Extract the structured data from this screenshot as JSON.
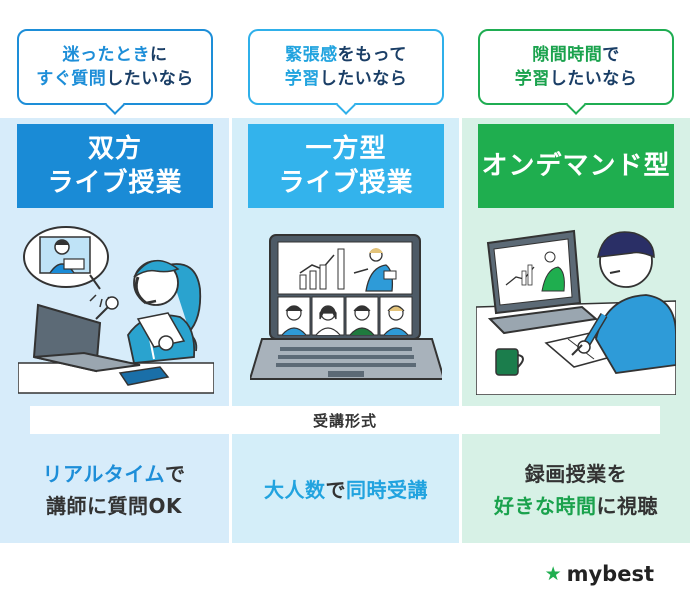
{
  "columns": [
    {
      "bubble": {
        "line1_hl": "迷ったとき",
        "line1_rest": "に",
        "line2_hl": "すぐ質問",
        "line2_rest": "したいなら"
      },
      "title": {
        "line1": "双方",
        "line2": "ライブ授業"
      },
      "desc": {
        "line1_hl": "リアルタイム",
        "line1_rest": "で",
        "line2": "講師に質問OK"
      },
      "color": "#1a8bd6"
    },
    {
      "bubble": {
        "line1_hl": "緊張感",
        "line1_rest": "をもって",
        "line2_hl": "学習",
        "line2_rest": "したいなら"
      },
      "title": {
        "line1": "一方型",
        "line2": "ライブ授業"
      },
      "desc": {
        "line1_hl": "大人数",
        "line1_mid": "で",
        "line1_hl2": "同時受講"
      },
      "color": "#33b3ec"
    },
    {
      "bubble": {
        "line1_hl": "隙間時間",
        "line1_rest": "で",
        "line2_hl": "学習",
        "line2_rest": "したいなら"
      },
      "title": {
        "line1": "オンデマンド型"
      },
      "desc": {
        "line1": "録画授業を",
        "line2_hl": "好きな時間",
        "line2_rest": "に視聴"
      },
      "color": "#1fae4f"
    }
  ],
  "format_label": "受講形式",
  "logo": {
    "icon": "star-icon",
    "text": "mybest"
  }
}
